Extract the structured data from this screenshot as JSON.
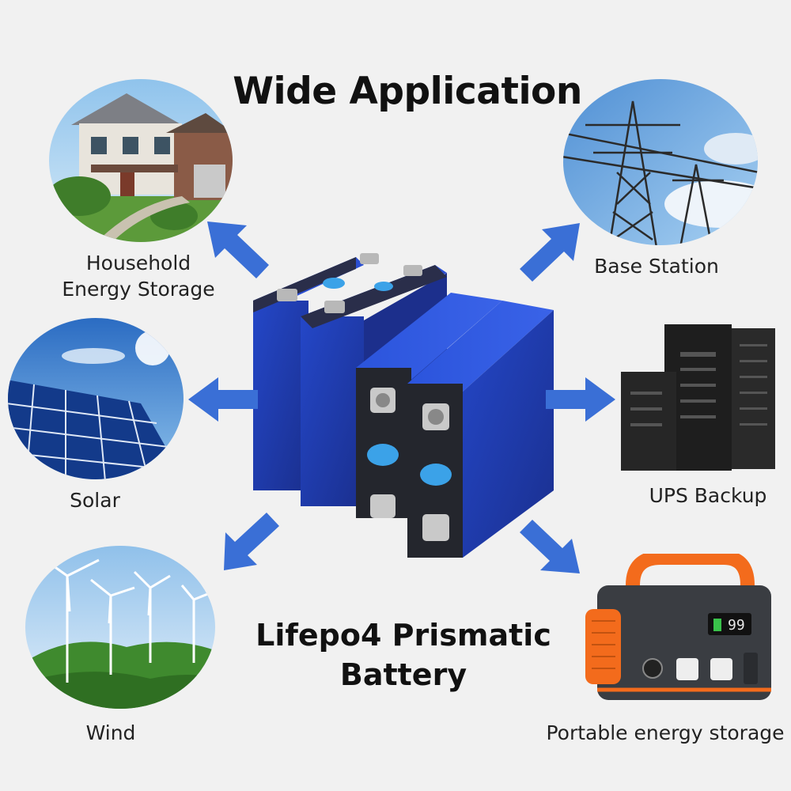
{
  "header": {
    "title": "Wide Application"
  },
  "product": {
    "name_line1": "Lifepo4 Prismatic",
    "name_line2": "Battery"
  },
  "applications": {
    "household": {
      "line1": "Household",
      "line2": "Energy Storage",
      "icon": "house-photo"
    },
    "base_station": {
      "label": "Base Station",
      "icon": "power-tower-photo"
    },
    "solar": {
      "label": "Solar",
      "icon": "solar-panel-photo"
    },
    "ups": {
      "label": "UPS Backup",
      "icon": "server-rack-photo"
    },
    "wind": {
      "label": "Wind",
      "icon": "wind-turbine-photo"
    },
    "portable": {
      "label": "Portable energy storage",
      "icon": "power-station-photo"
    }
  },
  "colors": {
    "arrow": "#3a6fd6",
    "battery_blue": "#1f3fb8",
    "accent_orange": "#f36b1c"
  }
}
